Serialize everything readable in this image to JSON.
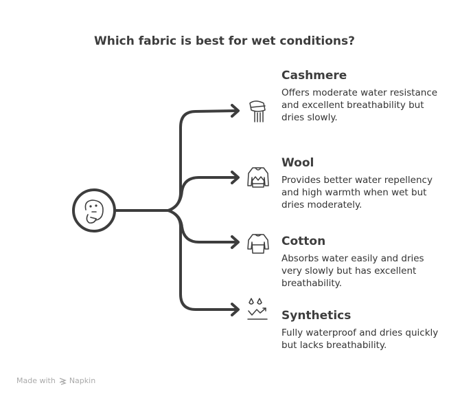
{
  "title": "Which fabric is best for wet conditions?",
  "center_icon": "thinking-face-icon",
  "options": [
    {
      "name": "Cashmere",
      "description": "Offers moderate water resistance and excellent breathability but dries slowly.",
      "icon": "scarf-icon"
    },
    {
      "name": "Wool",
      "description": "Provides better water repellency and high warmth when wet but dries moderately.",
      "icon": "sweater-icon"
    },
    {
      "name": "Cotton",
      "description": "Absorbs water easily and dries very slowly but has excellent breathability.",
      "icon": "shirt-icon"
    },
    {
      "name": "Synthetics",
      "description": "Fully waterproof and dries quickly but lacks breathability.",
      "icon": "water-drops-icon"
    }
  ],
  "footer": {
    "made_with": "Made with",
    "brand": "Napkin"
  },
  "colors": {
    "stroke": "#3d3d3d",
    "text": "#333333",
    "footer": "#aaaaaa"
  }
}
